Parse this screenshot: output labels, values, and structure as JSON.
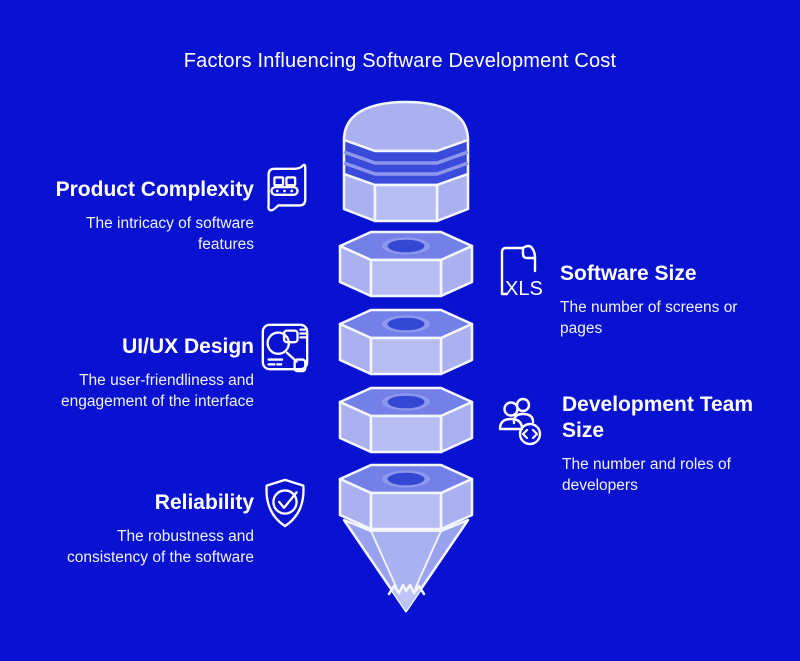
{
  "title": "Factors Influencing Software Development Cost",
  "features": [
    {
      "id": "product-complexity",
      "side": "left",
      "title": "Product Complexity",
      "description": "The intricacy of software\nfeatures",
      "icon": "conveyor-icon"
    },
    {
      "id": "software-size",
      "side": "right",
      "title": "Software Size",
      "description": "The number of screens or\npages",
      "icon": "xls-file-icon"
    },
    {
      "id": "uiux-design",
      "side": "left",
      "title": "UI/UX Design",
      "description": "The user-friendliness and\nengagement of the interface",
      "icon": "wireframe-icon"
    },
    {
      "id": "development-team-size",
      "side": "right",
      "title": "Development Team\nSize",
      "description": "The number and roles of\ndevelopers",
      "icon": "team-code-icon"
    },
    {
      "id": "reliability",
      "side": "left",
      "title": "Reliability",
      "description": "The robustness and\nconsistency of the software",
      "icon": "shield-check-icon"
    }
  ],
  "funnel": {
    "segments": [
      "bolt-head",
      "nut",
      "nut",
      "nut",
      "nut-with-cone"
    ],
    "xls_label": "XLS"
  },
  "colors": {
    "background": "#0A12D2",
    "text": "#FFFFFF",
    "outline": "#F5F7FF",
    "nut_top_face": "#7380E7",
    "nut_side_face": "#ABB1F0",
    "nut_front_face": "#B7BDF3",
    "thread_stripe_dark": "#3A4ADA",
    "thread_stripe_light": "#8E97EC",
    "hole_ring": "#8E99ED",
    "hole": "#3447D2",
    "cone": "#98A2EE",
    "cone_front": "#A9B2F1",
    "cone_tip": "#BEC4F6"
  }
}
